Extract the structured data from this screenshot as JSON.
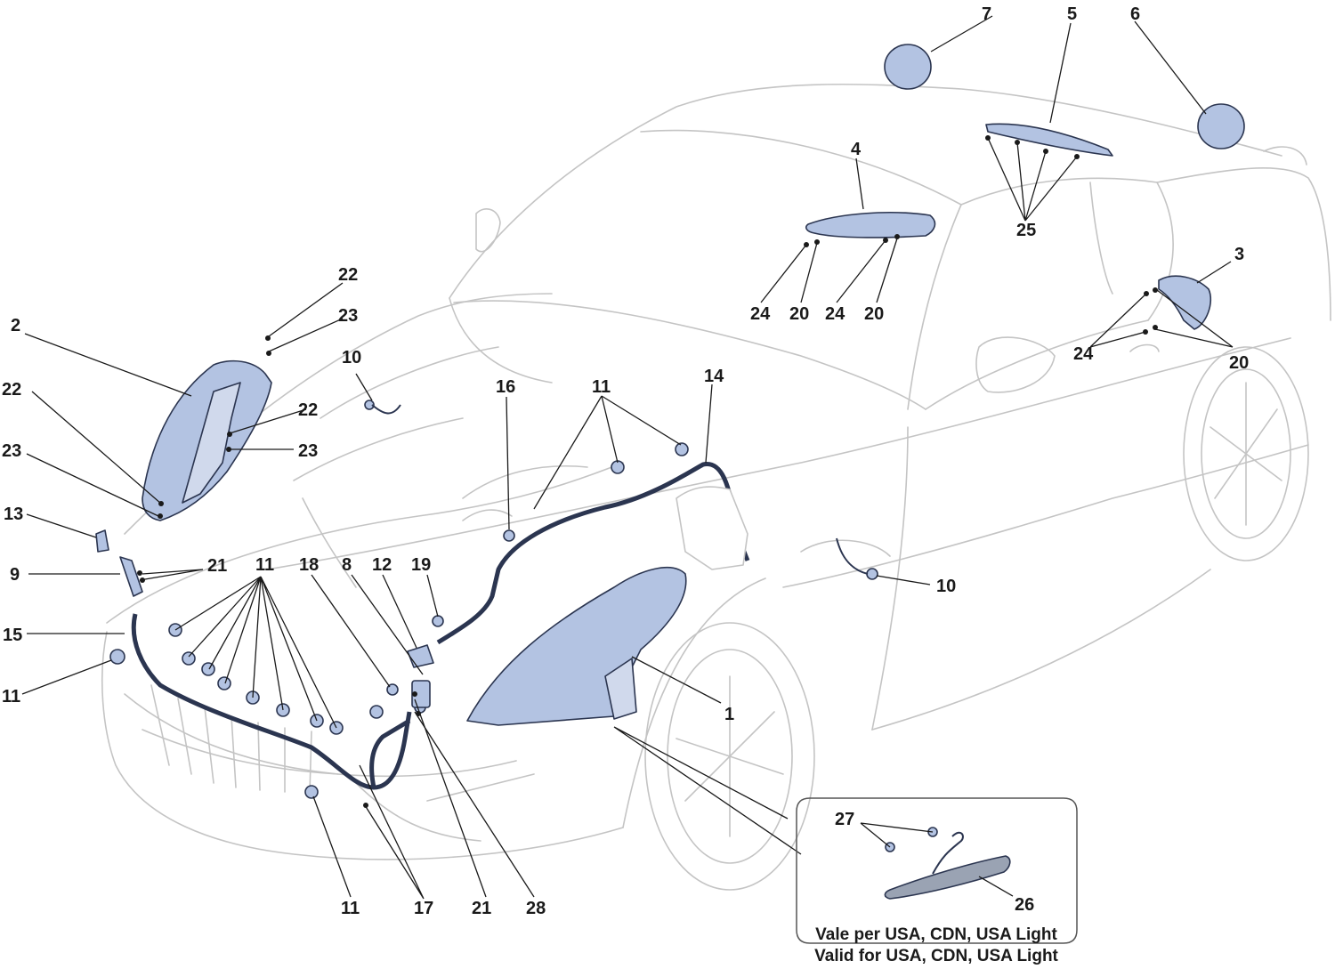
{
  "colors": {
    "outline": "#c4c4c4",
    "part_fill": "#b3c3e2",
    "part_stroke": "#2b3550",
    "leader": "#1a1a1a",
    "callout_text": "#1a1a1a",
    "inset_border": "#555555"
  },
  "callouts": [
    {
      "id": "c1",
      "text": "1"
    },
    {
      "id": "c2",
      "text": "2"
    },
    {
      "id": "c3",
      "text": "3"
    },
    {
      "id": "c4",
      "text": "4"
    },
    {
      "id": "c5",
      "text": "5"
    },
    {
      "id": "c6",
      "text": "6"
    },
    {
      "id": "c7",
      "text": "7"
    },
    {
      "id": "c8",
      "text": "8"
    },
    {
      "id": "c9",
      "text": "9"
    },
    {
      "id": "c10a",
      "text": "10"
    },
    {
      "id": "c10b",
      "text": "10"
    },
    {
      "id": "c11a",
      "text": "11"
    },
    {
      "id": "c11b",
      "text": "11"
    },
    {
      "id": "c11c",
      "text": "11"
    },
    {
      "id": "c11d",
      "text": "11"
    },
    {
      "id": "c12",
      "text": "12"
    },
    {
      "id": "c13",
      "text": "13"
    },
    {
      "id": "c14",
      "text": "14"
    },
    {
      "id": "c15",
      "text": "15"
    },
    {
      "id": "c16",
      "text": "16"
    },
    {
      "id": "c17",
      "text": "17"
    },
    {
      "id": "c18",
      "text": "18"
    },
    {
      "id": "c19",
      "text": "19"
    },
    {
      "id": "c20a",
      "text": "20"
    },
    {
      "id": "c20b",
      "text": "20"
    },
    {
      "id": "c20c",
      "text": "20"
    },
    {
      "id": "c21a",
      "text": "21"
    },
    {
      "id": "c21b",
      "text": "21"
    },
    {
      "id": "c22a",
      "text": "22"
    },
    {
      "id": "c22b",
      "text": "22"
    },
    {
      "id": "c22c",
      "text": "22"
    },
    {
      "id": "c23a",
      "text": "23"
    },
    {
      "id": "c23b",
      "text": "23"
    },
    {
      "id": "c23c",
      "text": "23"
    },
    {
      "id": "c24a",
      "text": "24"
    },
    {
      "id": "c24b",
      "text": "24"
    },
    {
      "id": "c24c",
      "text": "24"
    },
    {
      "id": "c25",
      "text": "25"
    },
    {
      "id": "c26",
      "text": "26"
    },
    {
      "id": "c27",
      "text": "27"
    },
    {
      "id": "c28",
      "text": "28"
    }
  ],
  "inset": {
    "note_line1": "Vale per USA, CDN, USA Light",
    "note_line2": "Valid for USA, CDN, USA Light"
  }
}
